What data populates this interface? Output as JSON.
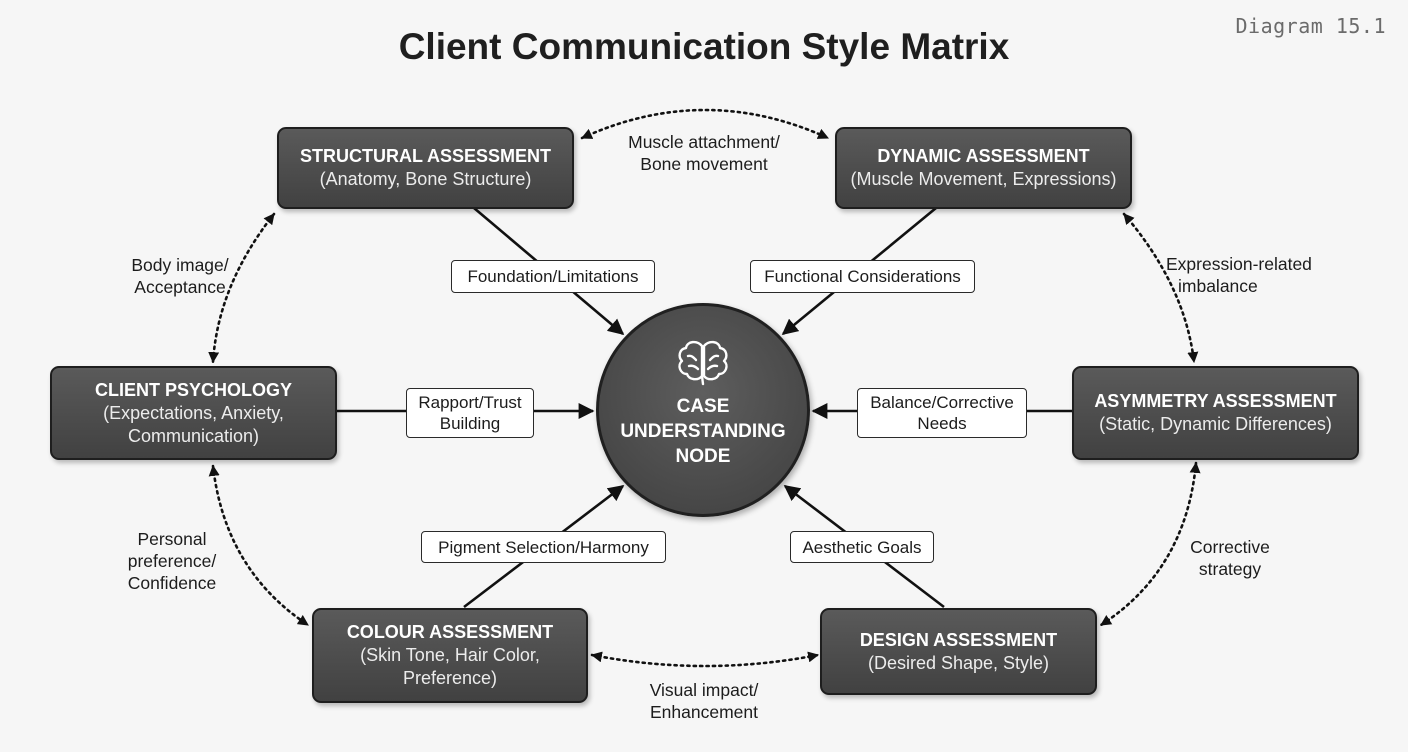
{
  "diagram_number": "Diagram 15.1",
  "title": "Client Communication Style Matrix",
  "center": {
    "lines": [
      "CASE",
      "UNDERSTANDING",
      "NODE"
    ],
    "icon": "brain-icon"
  },
  "nodes": {
    "structural": {
      "heading": "STRUCTURAL ASSESSMENT",
      "sub": [
        "(Anatomy, Bone Structure)"
      ]
    },
    "dynamic": {
      "heading": "DYNAMIC ASSESSMENT",
      "sub": [
        "(Muscle Movement, Expressions)"
      ]
    },
    "psychology": {
      "heading": "CLIENT PSYCHOLOGY",
      "sub": [
        "(Expectations, Anxiety,",
        "Communication)"
      ]
    },
    "asymmetry": {
      "heading": "ASYMMETRY ASSESSMENT",
      "sub": [
        "(Static, Dynamic Differences)"
      ]
    },
    "colour": {
      "heading": "COLOUR ASSESSMENT",
      "sub": [
        "(Skin Tone, Hair Color,",
        "Preference)"
      ]
    },
    "design": {
      "heading": "DESIGN ASSESSMENT",
      "sub": [
        "(Desired Shape, Style)"
      ]
    }
  },
  "spoke_labels": {
    "structural": [
      "Foundation/Limitations"
    ],
    "dynamic": [
      "Functional Considerations"
    ],
    "psychology": [
      "Rapport/Trust",
      "Building"
    ],
    "asymmetry": [
      "Balance/Corrective",
      "Needs"
    ],
    "colour": [
      "Pigment Selection/Harmony"
    ],
    "design": [
      "Aesthetic Goals"
    ]
  },
  "ring_labels": {
    "top": [
      "Muscle attachment/",
      "Bone movement"
    ],
    "top_left": [
      "Body image/",
      "Acceptance"
    ],
    "top_right": [
      "Expression-related",
      "imbalance"
    ],
    "bottom_left": [
      "Personal",
      "preference/",
      "Confidence"
    ],
    "bottom_right": [
      "Corrective",
      "strategy"
    ],
    "bottom": [
      "Visual impact/",
      "Enhancement"
    ]
  },
  "colors": {
    "node_fill": "#4a4a4a",
    "node_border": "#1e1e1e",
    "connector": "#111111",
    "label_bg": "#ffffff"
  }
}
